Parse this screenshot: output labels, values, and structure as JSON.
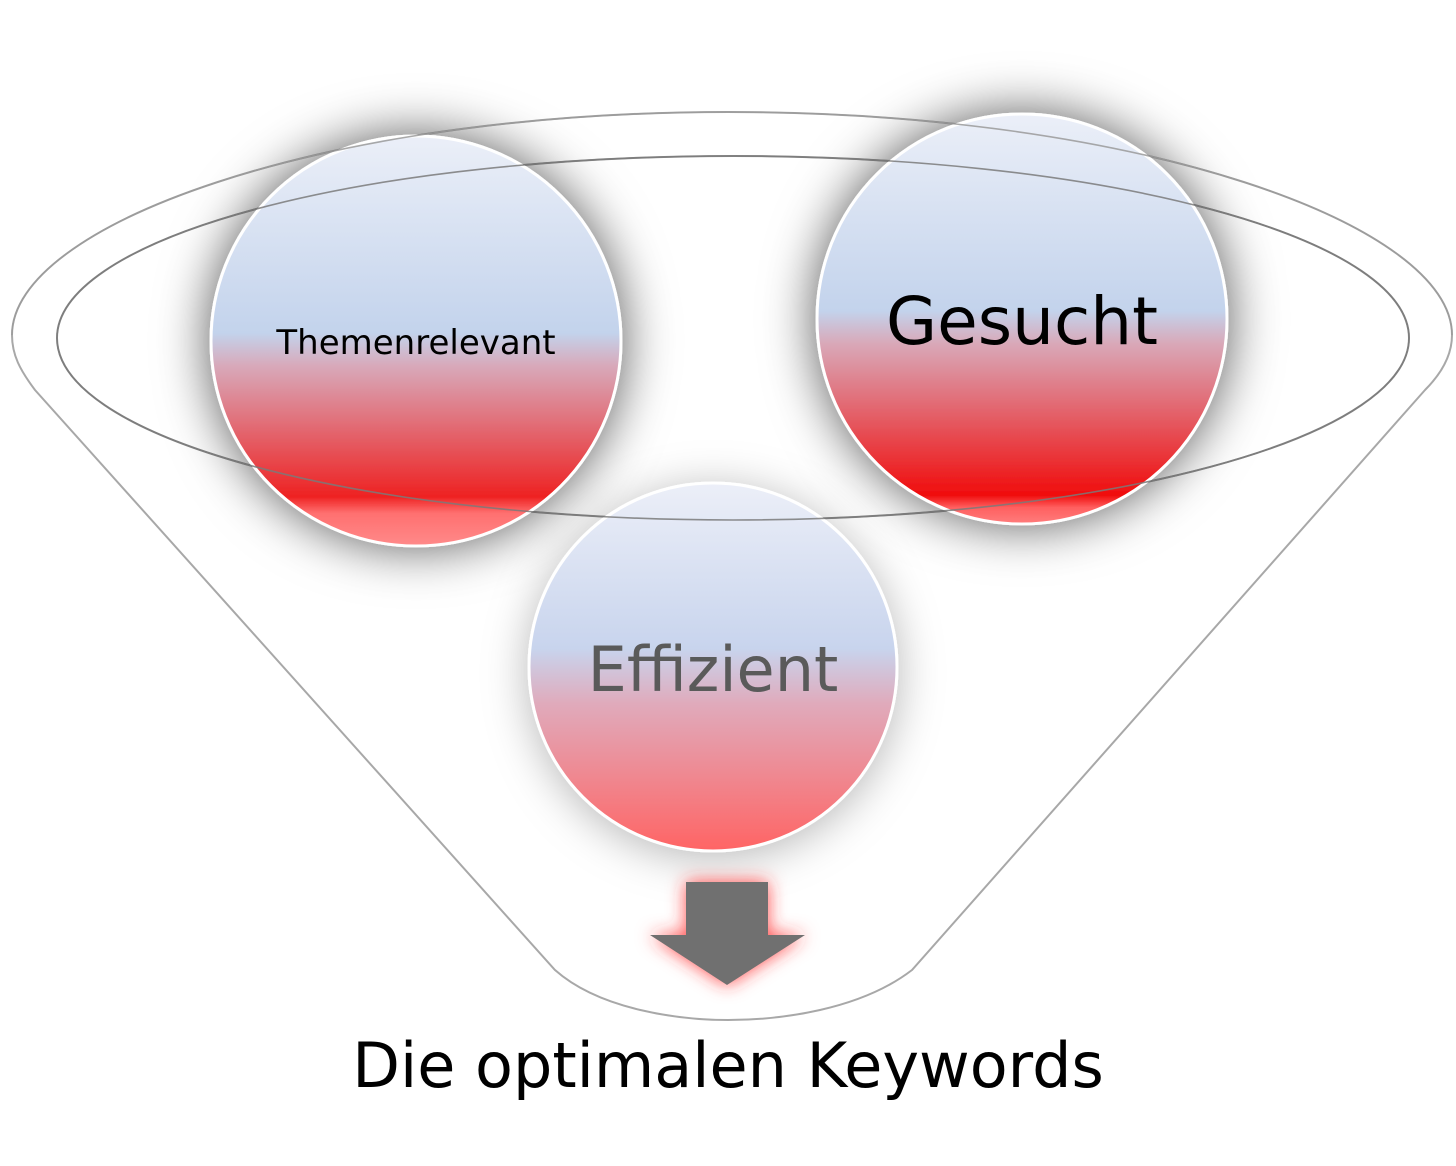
{
  "bubbles": {
    "themenrelevant": {
      "label": "Themenrelevant"
    },
    "gesucht": {
      "label": "Gesucht"
    },
    "effizient": {
      "label": "Effizient"
    }
  },
  "result": {
    "label": "Die optimalen Keywords"
  },
  "colors": {
    "bubble_top": "#e8ecf6",
    "bubble_mid": "#c4d2ec",
    "bubble_red": "#f01818",
    "bubble_pink": "#ff8080",
    "funnel_stroke": "#999999",
    "arrow": "#6f6f6f",
    "label_dark": "#000000",
    "label_grey": "#5a5a5a"
  },
  "icons": {
    "arrow": "down-arrow-icon"
  }
}
